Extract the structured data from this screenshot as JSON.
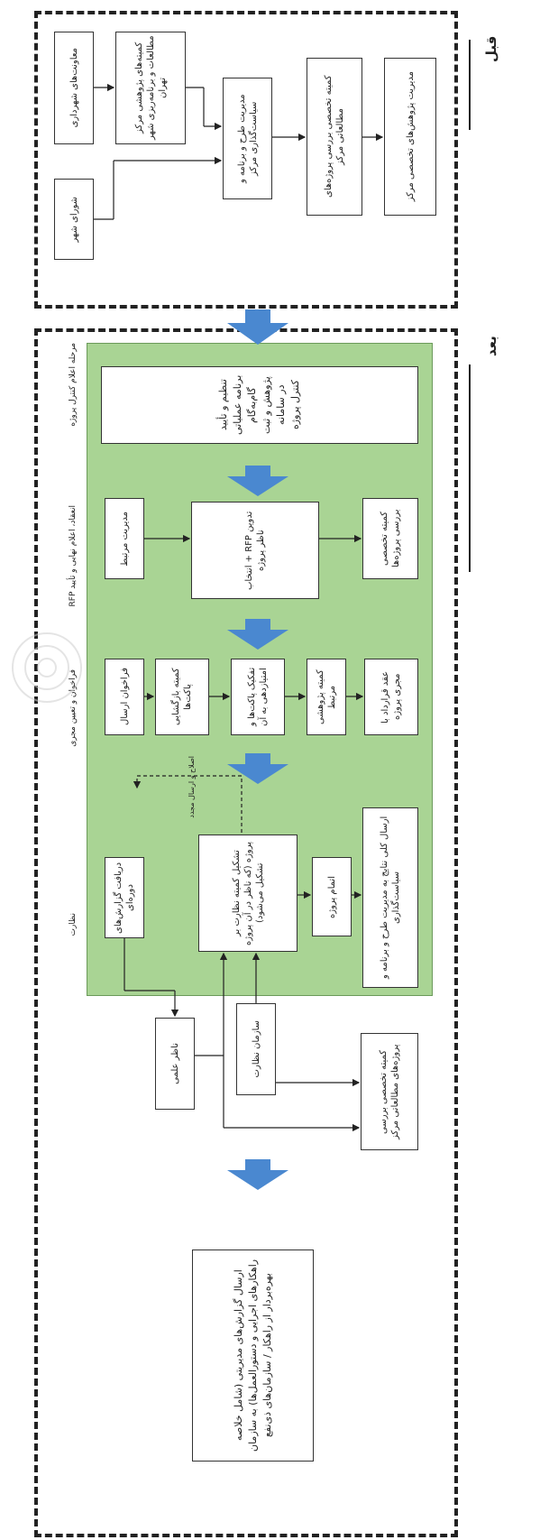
{
  "sections": {
    "before": {
      "label": "قبل"
    },
    "after": {
      "label": "بعد"
    }
  },
  "before_boxes": {
    "b1": "معاونت‌های شهرداری",
    "b2": "کمیته‌های پژوهشی مرکز مطالعات و برنامه‌ریزی شهر تهران",
    "b3": "شورای شهر",
    "b4": "مدیریت طرح و برنامه و سیاست‌گذاری مرکز",
    "b5": "کمیته تخصصی بررسی پروژه‌های مطالعاتی مرکز",
    "b6": "مدیریت پژوهش‌های تخصصی مرکز"
  },
  "phase_labels": {
    "p1": "مرحله اعلام کنترل پروژه",
    "p2": "انعقاد، اعلام نهایی و تأیید RFP",
    "p3": "فراخوان و تعیین مجری",
    "p4": "نظارت"
  },
  "after_boxes": {
    "top": "تنظیم و تأیید برنامه عملیاتی گام‌به‌گام پژوهش و ثبت در سامانه کنترل پروژه",
    "r1": "مدیریت مرتبط",
    "r2": "تدوین RFP + انتخاب ناظر پروژه",
    "r3": "کمیته تخصصی بررسی پروژه‌ها",
    "f1": "فراخوان ارسال",
    "f2": "کمیته بازگشایی پاکت‌ها",
    "f3": "تفکیک پاکت‌ها و امتیازدهی به آن",
    "f4": "کمیته پژوهشی مرتبط",
    "f5": "عقد قرارداد با مجری پروژه",
    "n1": "دریافت گزارش‌های دوره‌ای",
    "n2": "تشکیل کمیته نظارت بر پروژه (که ناظر در آن پروژه تشکیل می‌شود)",
    "n3": "اتمام پروژه",
    "n4": "ارسال کلی نتایج به مدیریت طرح و برنامه و سیاست‌گذاری",
    "x1": "ناظر علمی",
    "x2": "سازمان نظارت",
    "x3": "کمیته تخصصی بررسی پروژه‌های مطالعاتی مرکز",
    "final": "ارسال گزارش‌های مدیریتی (شامل خلاصه راهکارهای اجرایی و دستورالعمل‌ها) به سازمان بهره‌بردار از راهکار / سازمان‌های ذی‌نفع"
  },
  "annotations": {
    "loop": "اصلاح و ارسال مجدد"
  },
  "colors": {
    "green_panel": "#a9d494",
    "arrow_blue": "#4a88d0"
  }
}
